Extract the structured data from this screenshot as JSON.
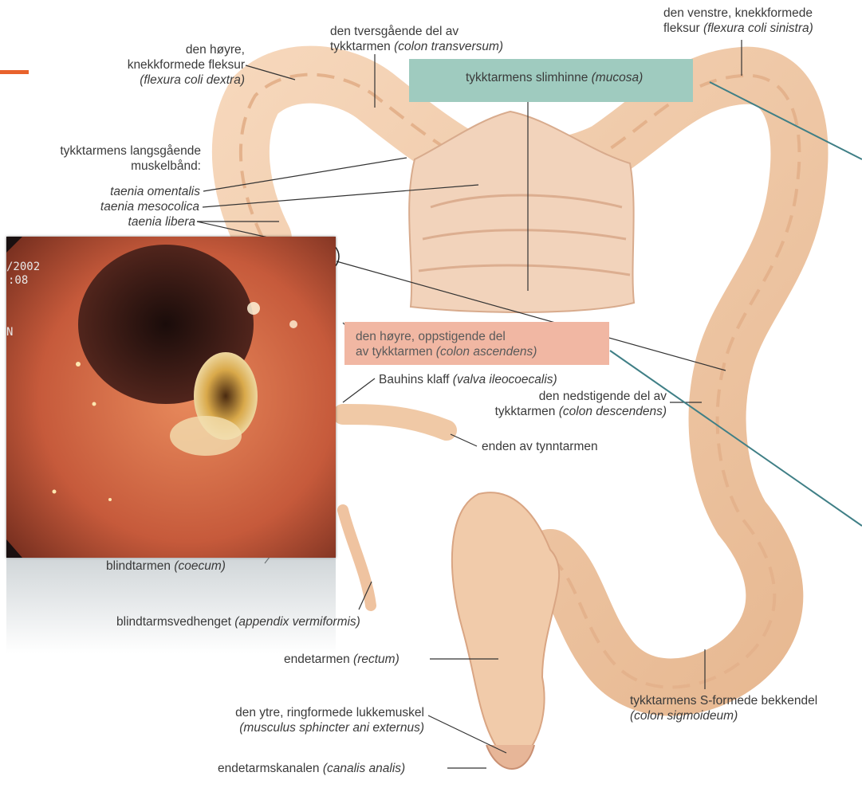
{
  "labels": {
    "flexura_dextra": {
      "line1": "den høyre,",
      "line2": "knekkformede fleksur",
      "latin": "(flexura coli dextra)"
    },
    "transversum": {
      "line1": "den tversgående del av",
      "line2": "tykktarmen",
      "latin": "(colon transversum)"
    },
    "flexura_sinistra": {
      "line1": "den venstre, knekkformede",
      "line2": "fleksur",
      "latin": "(flexura coli sinistra)"
    },
    "mucosa": {
      "text": "tykktarmens slimhinne",
      "latin": "(mucosa)"
    },
    "muscle_bands": {
      "line1": "tykktarmens langsgående",
      "line2": "muskelbånd:"
    },
    "taenia_omentalis": "taenia omentalis",
    "taenia_mesocolica": "taenia mesocolica",
    "taenia_libera": "taenia libera",
    "ascendens": {
      "line1": "den høyre, oppstigende del",
      "line2": "av tykktarmen",
      "latin": "(colon ascendens)"
    },
    "bauhin": {
      "text": "Bauhins klaff",
      "latin": "(valva ileocoecalis)"
    },
    "descendens": {
      "line1": "den nedstigende del av",
      "line2": "tykktarmen",
      "latin": "(colon descendens)"
    },
    "ileum_end": "enden av tynntarmen",
    "coecum": {
      "text": "blindtarmen",
      "latin": "(coecum)"
    },
    "appendix": {
      "text": "blindtarmsvedhenget",
      "latin": "(appendix vermiformis)"
    },
    "rectum": {
      "text": "endetarmen",
      "latin": "(rectum)"
    },
    "sphincter": {
      "line1": "den ytre, ringformede lukkemuskel",
      "latin": "(musculus sphincter ani externus)"
    },
    "canalis": {
      "text": "endetarmskanalen",
      "latin": "(canalis analis)"
    },
    "sigmoideum": {
      "line1": "tykktarmens S-formede bekkendel",
      "latin": "(colon sigmoideum)"
    }
  },
  "photo": {
    "overlay_line1": "/2002",
    "overlay_line2": ":08",
    "overlay_side": "N"
  },
  "colors": {
    "accent": "#e8622c",
    "teal_highlight": "#9fcbbf",
    "salmon_highlight": "#f1b7a3",
    "pointer_teal": "#3f7f86",
    "tissue": "#f0c9a6"
  }
}
